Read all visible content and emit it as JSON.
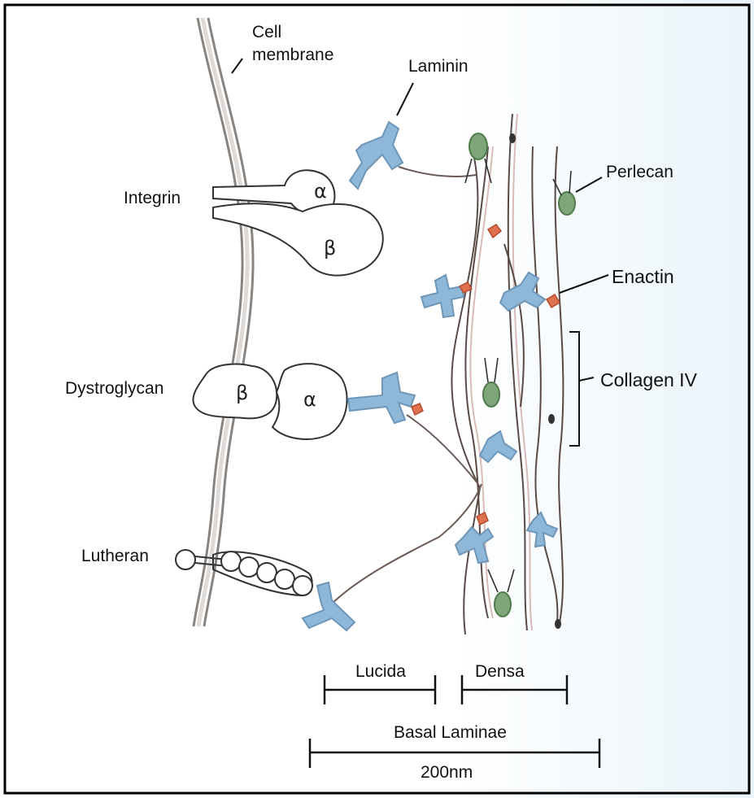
{
  "labels": {
    "cell_membrane_line1": "Cell",
    "cell_membrane_line2": "membrane",
    "laminin": "Laminin",
    "integrin": "Integrin",
    "perlecan": "Perlecan",
    "enactin": "Enactin",
    "collagen_iv": "Collagen IV",
    "dystroglycan": "Dystroglycan",
    "lutheran": "Lutheran",
    "lucida": "Lucida",
    "densa": "Densa",
    "basal_laminae": "Basal Laminae",
    "scale": "200nm"
  },
  "greek": {
    "integrin_alpha": "α",
    "integrin_beta": "β",
    "dystro_beta": "β",
    "dystro_alpha": "α"
  },
  "colors": {
    "laminin": "#8fb8d8",
    "perlecan": "#7fa67a",
    "enactin": "#e0714f",
    "collagen": "#5a4a46",
    "membrane": "#8a8480",
    "background_tint": "#eef6fb"
  }
}
